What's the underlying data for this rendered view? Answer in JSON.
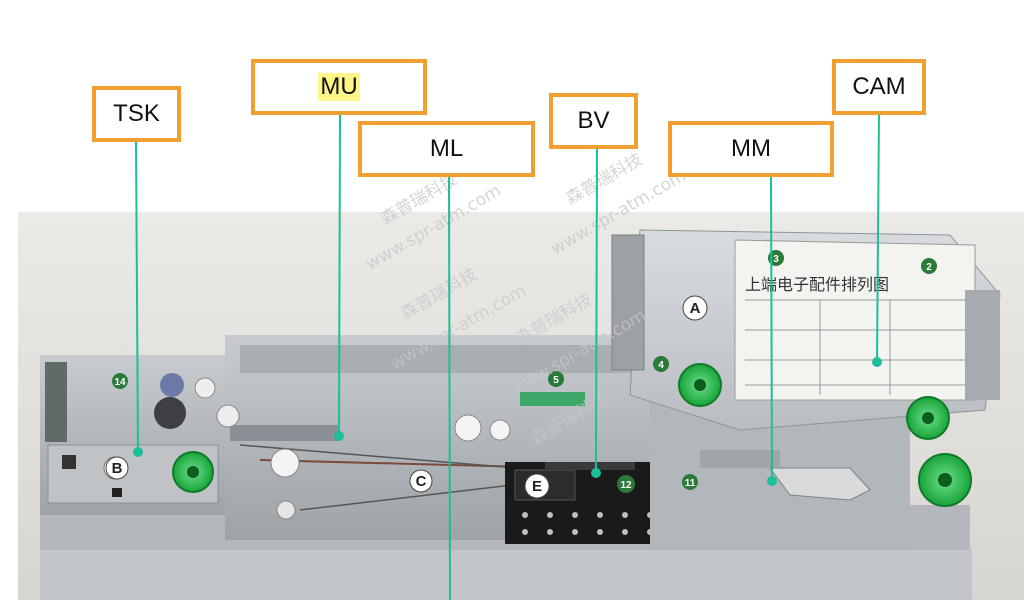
{
  "labels": {
    "tsk": "TSK",
    "mu": "MU",
    "ml": "ML",
    "bv": "BV",
    "mm": "MM",
    "cam": "CAM"
  },
  "module_letters": {
    "a": "A",
    "b": "B",
    "c": "C",
    "e": "E"
  },
  "module_numbers": {
    "n2": "2",
    "n3": "3",
    "n4": "4",
    "n5": "5",
    "n11": "11",
    "n12": "12",
    "n14": "14"
  },
  "panel_title": "上端电子配件排列图",
  "watermarks": {
    "brand": "森普瑞科技",
    "url": "www.spr-atm.com"
  },
  "colors": {
    "label_border": "#f0a030",
    "leader_line": "#1bbf9a",
    "label_highlight": "#fff68a"
  }
}
